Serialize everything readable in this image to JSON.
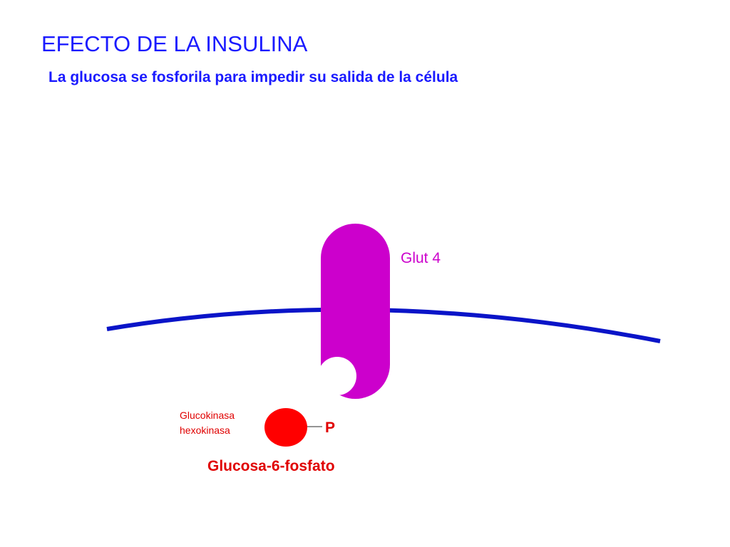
{
  "slide": {
    "title": "EFECTO DE LA INSULINA",
    "subtitle": "La glucosa se fosforila para impedir su salida de la célula"
  },
  "diagram": {
    "transporter_label": "Glut 4",
    "enzyme_label_line1": "Glucokinasa",
    "enzyme_label_line2": "hexokinasa",
    "phosphate_label": "P",
    "product_label": "Glucosa-6-fosfato"
  },
  "colors": {
    "title": "#1a1aff",
    "membrane": "#0a14c8",
    "transporter": "#cc00cc",
    "molecule": "#ff0000",
    "labels_red": "#e00000"
  }
}
